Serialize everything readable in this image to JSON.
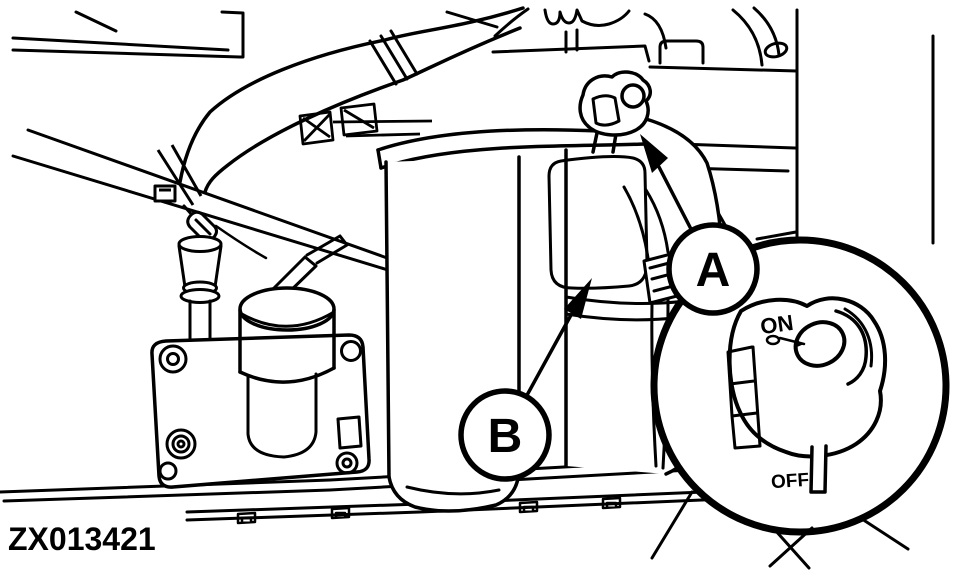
{
  "figure": {
    "code": "ZX013421",
    "callout_a": "A",
    "callout_b": "B",
    "valve_on": "ON",
    "valve_off": "OFF"
  },
  "colors": {
    "line": "#000000",
    "background": "#ffffff"
  }
}
